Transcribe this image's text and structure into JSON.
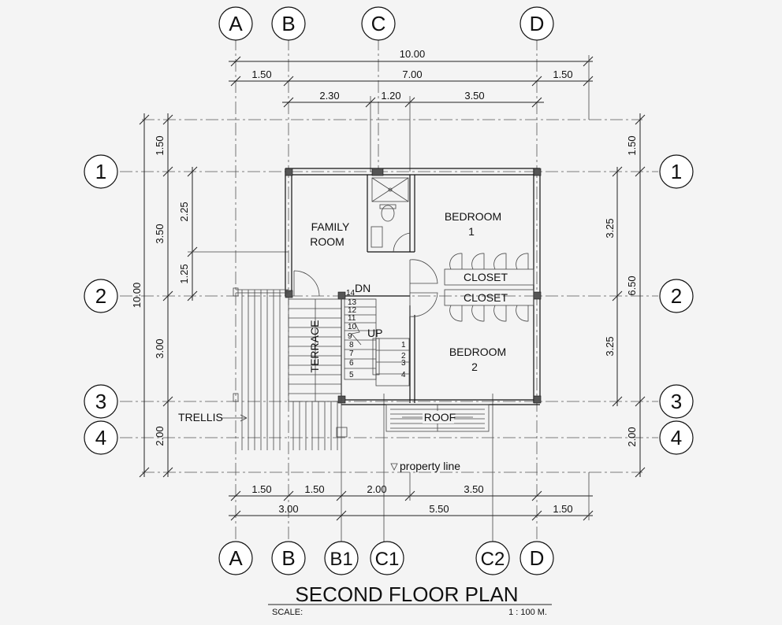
{
  "title": "SECOND FLOOR PLAN",
  "scale_label": "SCALE:",
  "scale_value": "1 : 100 M.",
  "grid_top": [
    "A",
    "B",
    "C",
    "D"
  ],
  "grid_bottom": [
    "A",
    "B",
    "B1",
    "C1",
    "C2",
    "D"
  ],
  "grid_left": [
    "1",
    "2",
    "3",
    "4"
  ],
  "grid_right": [
    "1",
    "2",
    "3",
    "4"
  ],
  "dims_top": {
    "total": "10.00",
    "a": "1.50",
    "b": "7.00",
    "c": "1.50",
    "d": "2.30",
    "e": "1.20",
    "f": "3.50"
  },
  "dims_bottom": {
    "a": "1.50",
    "b": "1.50",
    "c": "2.00",
    "d": "3.50",
    "e": "3.00",
    "f": "5.50",
    "g": "1.50"
  },
  "dims_left": {
    "total": "10.00",
    "a": "1.50",
    "b": "3.50",
    "c": "3.00",
    "d": "2.00",
    "e": "2.25",
    "f": "1.25"
  },
  "dims_right": {
    "a": "1.50",
    "b": "3.25",
    "c": "6.50",
    "d": "3.25",
    "e": "2.00"
  },
  "rooms": {
    "family_1": "FAMILY",
    "family_2": "ROOM",
    "bed1_1": "BEDROOM",
    "bed1_2": "1",
    "bed2_1": "BEDROOM",
    "bed2_2": "2",
    "closet1": "CLOSET",
    "closet2": "CLOSET",
    "terrace": "TERRACE",
    "roof": "ROOF",
    "trellis": "TRELLIS",
    "property": "property line",
    "dn": "DN",
    "up": "UP"
  },
  "stairs_down": [
    "14",
    "13",
    "12",
    "11",
    "10",
    "9",
    "8",
    "7",
    "6",
    "5"
  ],
  "stairs_up": [
    "1",
    "2",
    "3",
    "4"
  ]
}
